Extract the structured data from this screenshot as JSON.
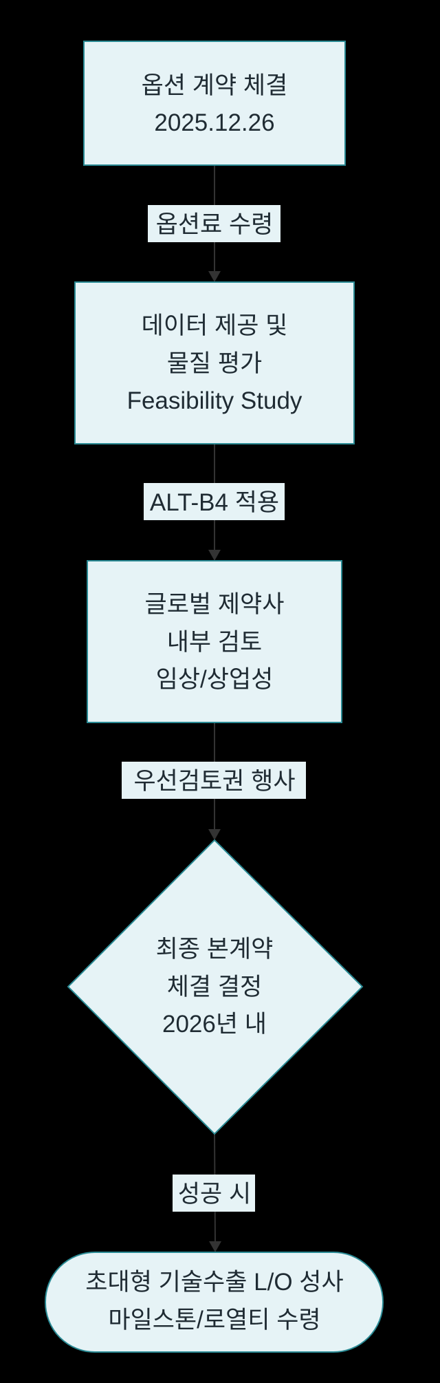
{
  "nodes": {
    "option": {
      "lines": [
        "옵션 계약 체결",
        "2025.12.26"
      ]
    },
    "feasibility": {
      "lines": [
        "데이터 제공 및",
        "물질 평가",
        "Feasibility Study"
      ]
    },
    "review": {
      "lines": [
        "글로벌 제약사",
        "내부 검토",
        "임상/상업성"
      ]
    },
    "decision": {
      "lines": [
        "최종 본계약",
        "체결 결정",
        "2026년 내"
      ]
    },
    "outcome": {
      "lines": [
        "초대형 기술수출 L/O 성사",
        "마일스톤/로열티 수령"
      ]
    }
  },
  "edges": {
    "e1": {
      "label": "옵션료 수령"
    },
    "e2": {
      "label": "ALT-B4 적용"
    },
    "e3": {
      "label": "우선검토권 행사"
    },
    "e4": {
      "label": "성공 시"
    }
  },
  "colors": {
    "background": "#000000",
    "node_fill": "#e6f3f6",
    "node_stroke": "#2a8a94",
    "edge": "#333333",
    "text": "#1f2b33"
  }
}
